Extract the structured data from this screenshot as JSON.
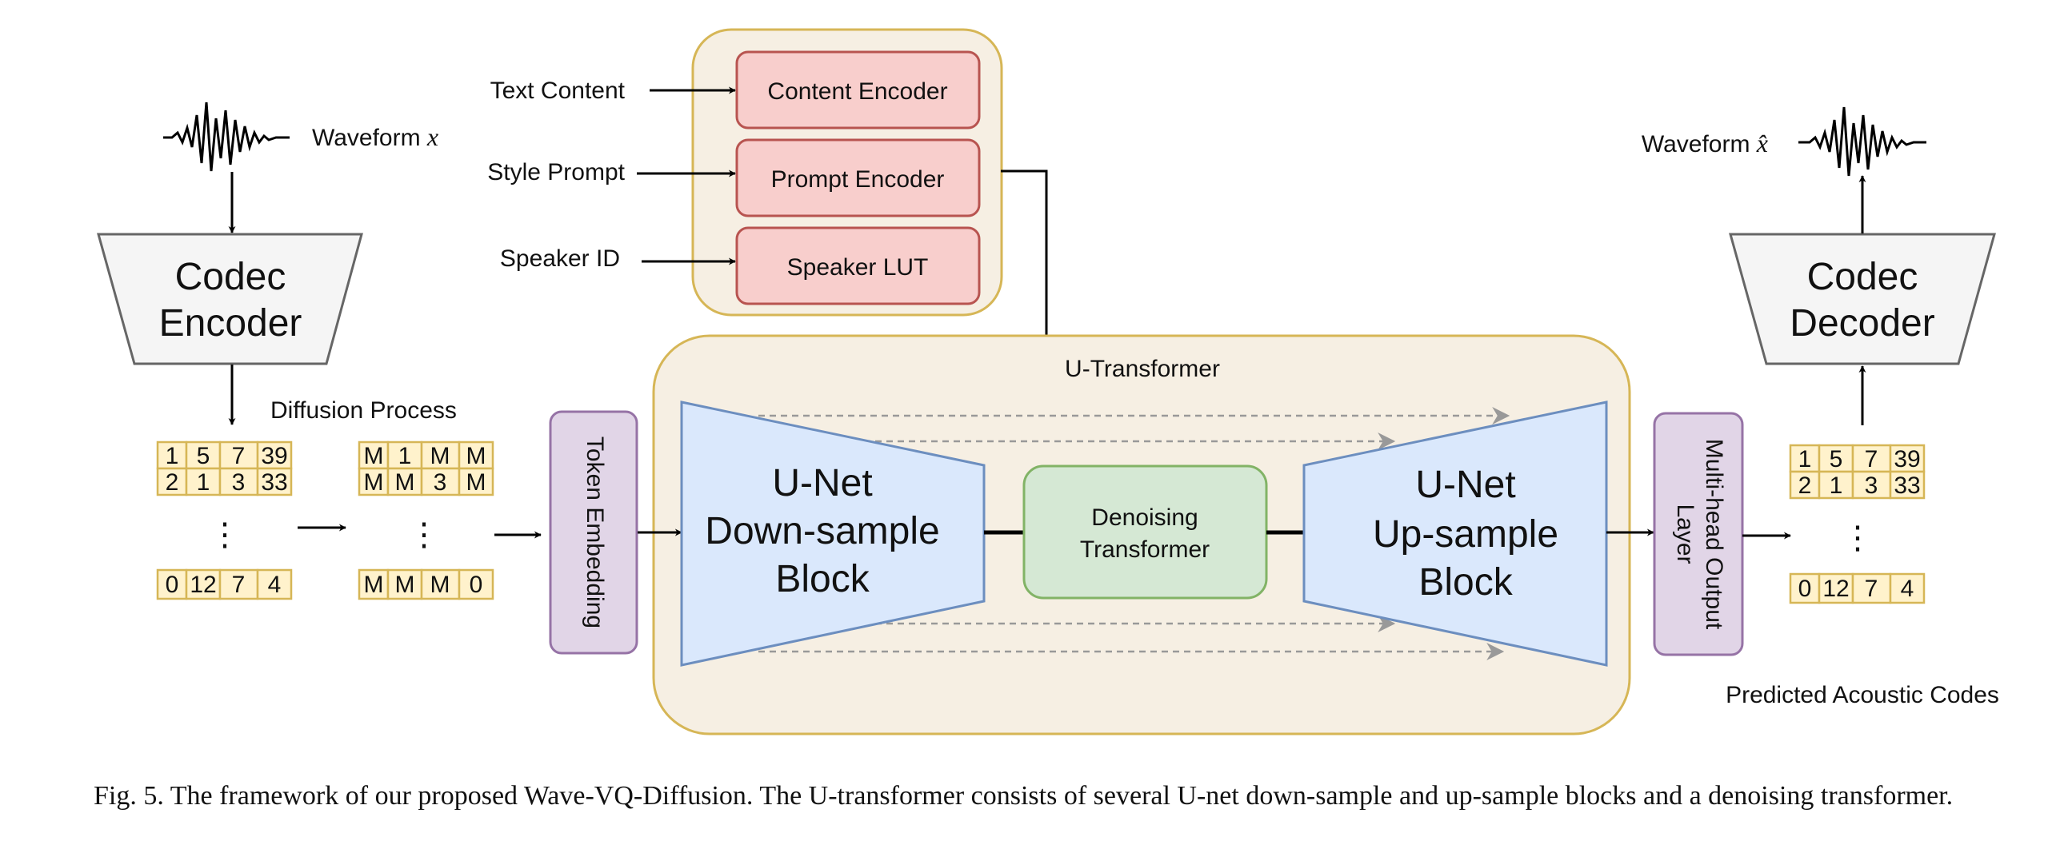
{
  "colors": {
    "panel_fill": "#f6efe3",
    "panel_border": "#d6b656",
    "encoder_fill": "#f8cecc",
    "encoder_border": "#b85450",
    "unet_fill": "#dae8fc",
    "unet_border": "#6c8ebf",
    "denoise_fill": "#d5e8d4",
    "denoise_border": "#82b366",
    "purple_fill": "#e1d5e7",
    "purple_border": "#9673a6",
    "codec_fill": "#f5f5f5",
    "codec_border": "#666666",
    "token_fill": "#fff2cc",
    "token_border": "#d6b656",
    "skip_arrow": "#999999"
  },
  "inputs": {
    "text_content": "Text Content",
    "style_prompt": "Style Prompt",
    "speaker_id": "Speaker ID"
  },
  "encoders": {
    "content": "Content Encoder",
    "prompt": "Prompt Encoder",
    "speaker": "Speaker LUT"
  },
  "waveform_in": {
    "label": "Waveform",
    "symbol": "x"
  },
  "waveform_out": {
    "label": "Waveform",
    "symbol": "x̂"
  },
  "codec_encoder": {
    "line1": "Codec",
    "line2": "Encoder"
  },
  "codec_decoder": {
    "line1": "Codec",
    "line2": "Decoder"
  },
  "diffusion_label": "Diffusion Process",
  "token_embedding": "Token Embedding",
  "u_transformer_label": "U-Transformer",
  "unet_down": {
    "line1": "U-Net",
    "line2": "Down-sample",
    "line3": "Block"
  },
  "unet_up": {
    "line1": "U-Net",
    "line2": "Up-sample",
    "line3": "Block"
  },
  "denoising": {
    "line1": "Denoising",
    "line2": "Transformer"
  },
  "output_layer": {
    "line1": "Multi-head Output",
    "line2": "Layer"
  },
  "predicted_label": "Predicted Acoustic Codes",
  "code_grids": {
    "input_codes": {
      "rows": [
        [
          "1",
          "5",
          "7",
          "39"
        ],
        [
          "2",
          "1",
          "3",
          "33"
        ]
      ],
      "last": [
        "0",
        "12",
        "7",
        "4"
      ]
    },
    "masked_codes": {
      "rows": [
        [
          "M",
          "1",
          "M",
          "M"
        ],
        [
          "M",
          "M",
          "3",
          "M"
        ]
      ],
      "last": [
        "M",
        "M",
        "M",
        "0"
      ]
    },
    "predicted_codes": {
      "rows": [
        [
          "1",
          "5",
          "7",
          "39"
        ],
        [
          "2",
          "1",
          "3",
          "33"
        ]
      ],
      "last": [
        "0",
        "12",
        "7",
        "4"
      ]
    }
  },
  "ellipsis": "⋮",
  "caption": "Fig. 5.  The framework of our proposed Wave-VQ-Diffusion. The U-transformer consists of several U-net down-sample and up-sample blocks and a denoising transformer."
}
